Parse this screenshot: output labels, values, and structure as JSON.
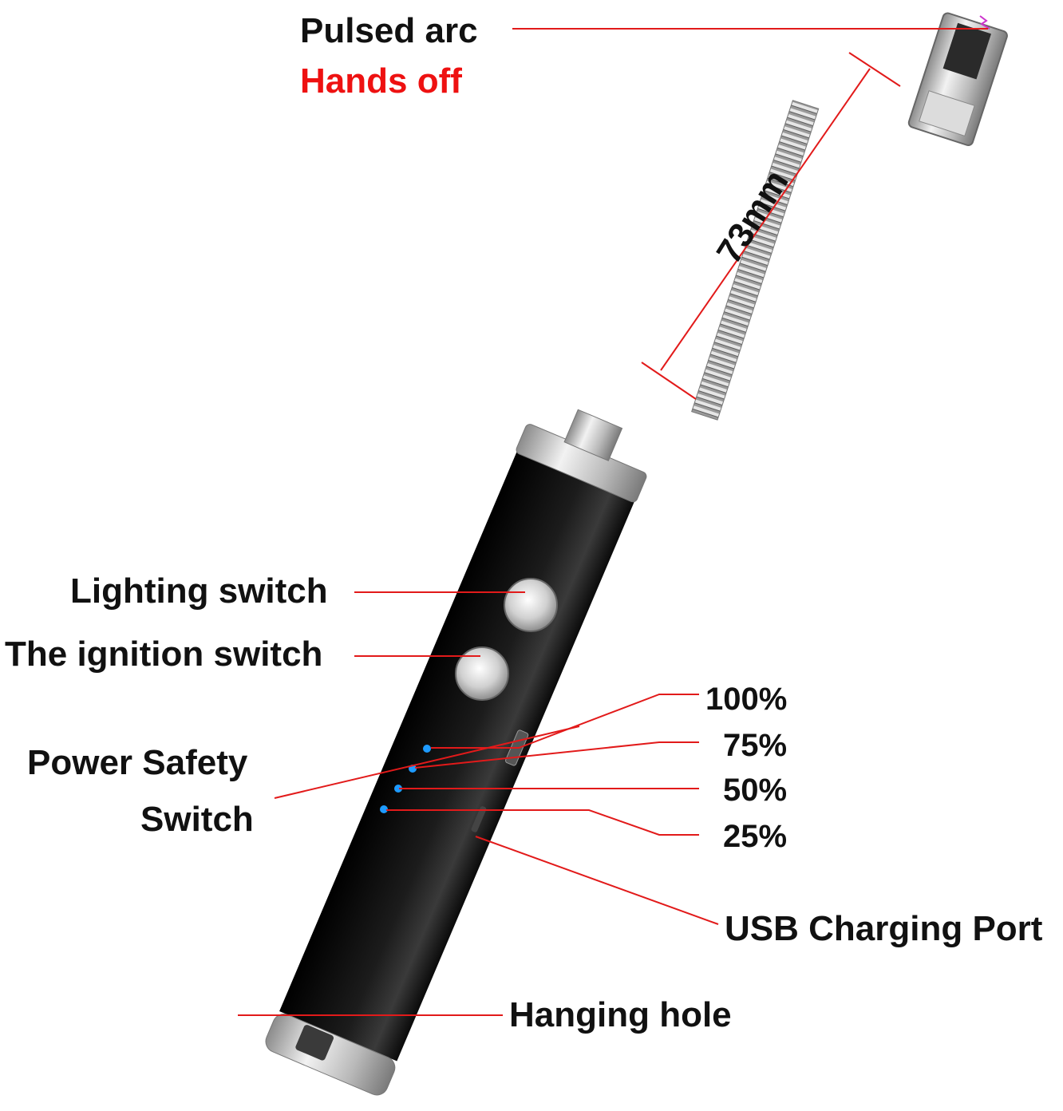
{
  "labels": {
    "pulsed_arc": "Pulsed arc",
    "hands_off": "Hands off",
    "length": "73mm",
    "lighting_switch": "Lighting switch",
    "ignition_switch": "The ignition switch",
    "power_safety_line1": "Power Safety",
    "power_safety_line2": "Switch",
    "battery_100": "100%",
    "battery_75": "75%",
    "battery_50": "50%",
    "battery_25": "25%",
    "usb_port": "USB Charging Port",
    "hanging_hole": "Hanging hole"
  },
  "colors": {
    "leader_line": "#e21a1a",
    "hands_off_text": "#ee1111",
    "body": "#111111",
    "metal": "#c9c9c9",
    "led": "#1e9bff"
  }
}
